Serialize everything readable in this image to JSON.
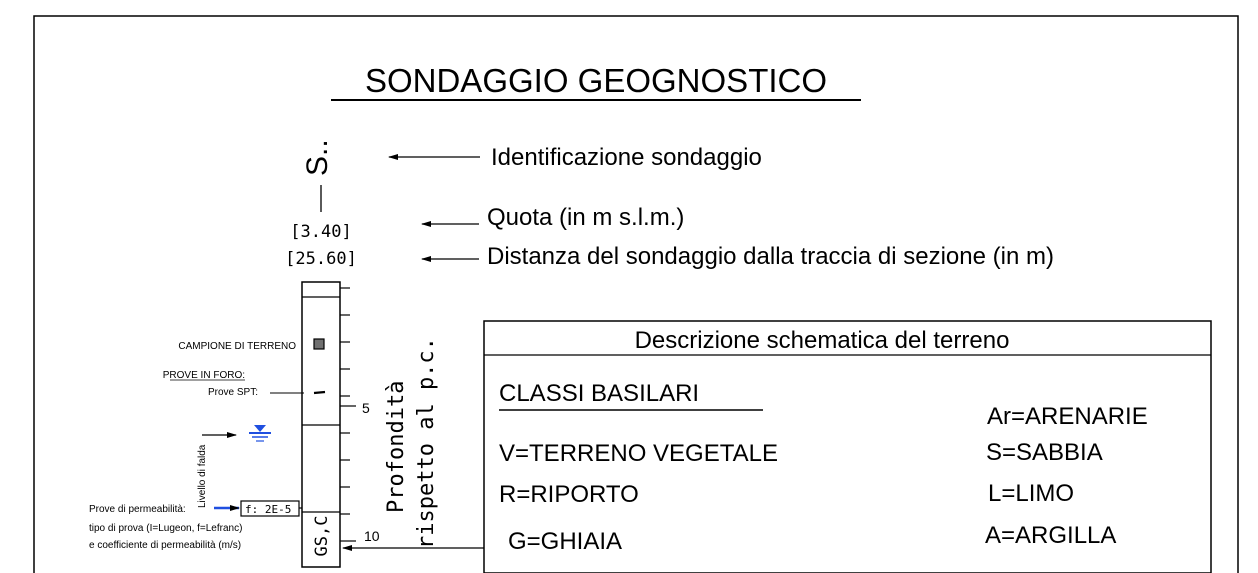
{
  "title": "SONDAGGIO GEOGNOSTICO",
  "borehole": {
    "id_label": "S..",
    "elevation": "[3.40]",
    "distance": "[25.60]",
    "column_label": "GS,C",
    "depth_axis_label_line1": "Profondità",
    "depth_axis_label_line2": "rispetto al p.c.",
    "depth_ticks": [
      "5",
      "10"
    ]
  },
  "annotations": {
    "identification": "Identificazione sondaggio",
    "elevation": "Quota (in m s.l.m.)",
    "distance": "Distanza del sondaggio dalla traccia di sezione (in m)"
  },
  "left_legend": {
    "sample": "CAMPIONE DI TERRENO",
    "tests_heading": "PROVE IN FORO:",
    "spt": "Prove SPT:",
    "water_level": "Livello di falda",
    "permeability_label": "Prove di permeabilità:",
    "permeability_value": "f: 2E-5",
    "permeability_desc1": "tipo di prova (I=Lugeon, f=Lefranc)",
    "permeability_desc2": "e coefficiente di permeabilità (m/s)"
  },
  "description_box": {
    "heading": "Descrizione schematica del terreno",
    "classes_heading": "CLASSI BASILARI",
    "classes_left": [
      "V=TERRENO VEGETALE",
      "R=RIPORTO",
      "G=GHIAIA"
    ],
    "classes_right": [
      "Ar=ARENARIE",
      "S=SABBIA",
      "L=LIMO",
      "A=ARGILLA"
    ]
  },
  "colors": {
    "line": "#000000",
    "water_level": "#1f4fe0",
    "sample_fill": "#707070"
  }
}
